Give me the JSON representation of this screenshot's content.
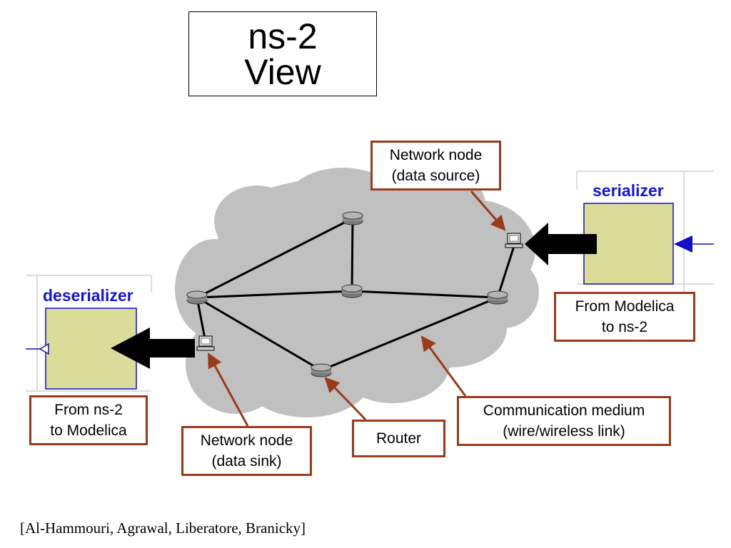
{
  "title": {
    "line1": "ns-2",
    "line2": "View"
  },
  "blocks": {
    "serializer": {
      "label": "serializer",
      "fill": "#dcdc9a",
      "border": "#1010c8"
    },
    "deserializer": {
      "label": "deserializer",
      "fill": "#dcdc9a",
      "border": "#1010c8"
    }
  },
  "callouts": {
    "data_source": {
      "line1": "Network node",
      "line2": "(data source)"
    },
    "modelica_to_ns2": {
      "line1": "From Modelica",
      "line2": "to ns-2"
    },
    "ns2_to_modelica": {
      "line1": "From ns-2",
      "line2": "to Modelica"
    },
    "data_sink": {
      "line1": "Network node",
      "line2": "(data sink)"
    },
    "router": {
      "line1": "Router"
    },
    "medium": {
      "line1": "Communication medium",
      "line2": "(wire/wireless link)"
    }
  },
  "citation": "[Al-Hammouri, Agrawal, Liberatore, Branicky]",
  "colors": {
    "cloud": "#c0c0c0",
    "callout_border": "#9a3b1a",
    "block_label": "#1414e0",
    "router": "#8c8c8c"
  }
}
